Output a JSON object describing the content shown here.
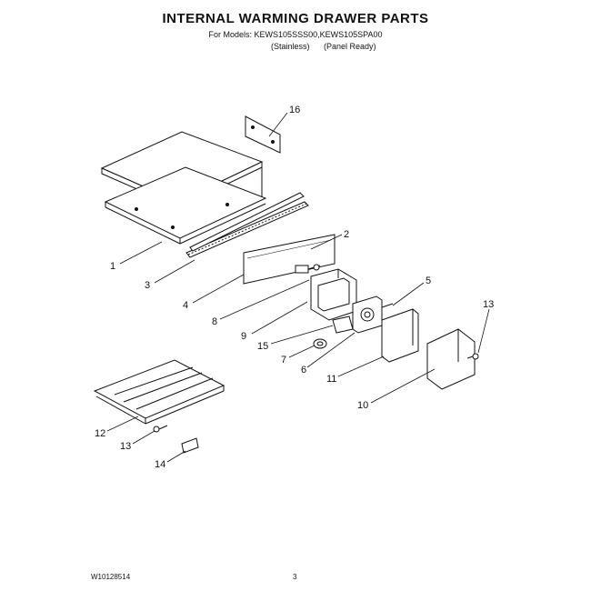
{
  "header": {
    "title": "INTERNAL WARMING DRAWER PARTS",
    "models": "For Models: KEWS105SSS00,KEWS105SPA00",
    "finish_stainless": "(Stainless)",
    "finish_panel": "(Panel Ready)"
  },
  "callouts": {
    "c16": "16",
    "c1": "1",
    "c3": "3",
    "c2": "2",
    "c4": "4",
    "c8": "8",
    "c5": "5",
    "c9": "9",
    "c15": "15",
    "c7": "7",
    "c6": "6",
    "c13a": "13",
    "c11": "11",
    "c10": "10",
    "c12": "12",
    "c13b": "13",
    "c14": "14"
  },
  "footer": {
    "doc_id": "W10128514",
    "page": "3"
  }
}
